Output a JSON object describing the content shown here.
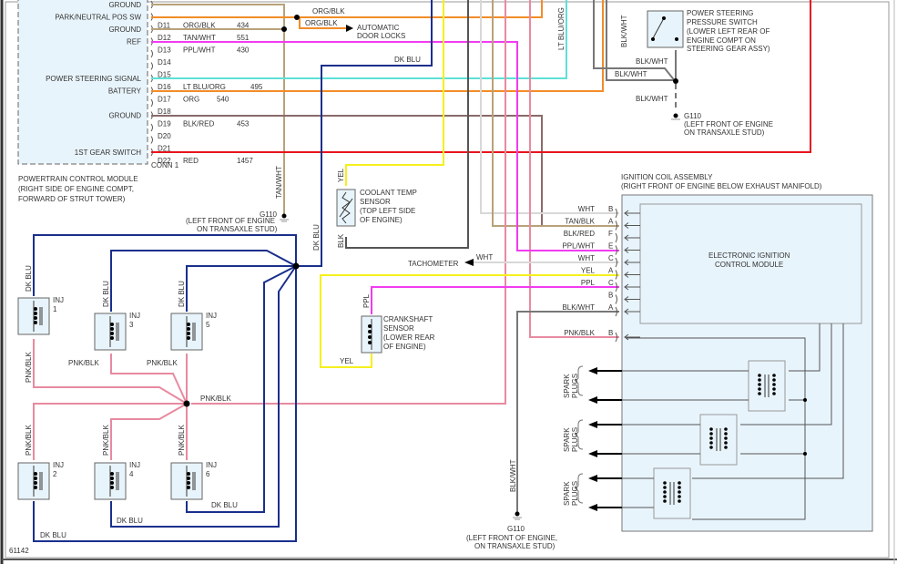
{
  "figure_id": "61142",
  "pcm": {
    "title_lines": [
      "POWERTRAIN CONTROL MODULE",
      "(RIGHT SIDE OF ENGINE COMPT,",
      "FORWARD OF STRUT TOWER)"
    ],
    "connector": "CONN 1",
    "pins": [
      {
        "function": "GROUND",
        "pin": "",
        "wire": "",
        "circuit": ""
      },
      {
        "function": "PARK/NEUTRAL POS SW",
        "pin": "D11",
        "wire": "ORG/BLK",
        "circuit": "434"
      },
      {
        "function": "GROUND",
        "pin": "D12",
        "wire": "TAN/WHT",
        "circuit": "551"
      },
      {
        "function": "REF",
        "pin": "D13",
        "wire": "PPL/WHT",
        "circuit": "430"
      },
      {
        "function": "",
        "pin": "D14",
        "wire": "",
        "circuit": ""
      },
      {
        "function": "",
        "pin": "D15",
        "wire": "",
        "circuit": ""
      },
      {
        "function": "POWER STEERING SIGNAL",
        "pin": "D16",
        "wire": "LT BLU/ORG",
        "circuit": "495"
      },
      {
        "function": "BATTERY",
        "pin": "D17",
        "wire": "ORG",
        "circuit": "540"
      },
      {
        "function": "",
        "pin": "D18",
        "wire": "",
        "circuit": ""
      },
      {
        "function": "GROUND",
        "pin": "D19",
        "wire": "BLK/RED",
        "circuit": "453"
      },
      {
        "function": "",
        "pin": "D20",
        "wire": "",
        "circuit": ""
      },
      {
        "function": "",
        "pin": "D21",
        "wire": "",
        "circuit": ""
      },
      {
        "function": "1ST GEAR SWITCH",
        "pin": "D22",
        "wire": "RED",
        "circuit": "1457"
      }
    ]
  },
  "labels": {
    "org_blk": "ORG/BLK",
    "auto_door_locks": [
      "AUTOMATIC",
      "DOOR LOCKS"
    ],
    "dk_blu": "DK BLU",
    "lt_blu_org": "LT BLU/ORG",
    "tan_wht": "TAN/WHT",
    "blk_wht": "BLK/WHT",
    "pnk_blk": "PNK/BLK",
    "yel": "YEL",
    "blk": "BLK",
    "ppl": "PPL",
    "wht": "WHT",
    "tachometer": "TACHOMETER",
    "spark_plugs": [
      "SPARK",
      "PLUGS"
    ]
  },
  "grounds": {
    "g110_name": "G110",
    "g110_desc_a": [
      "(LEFT FRONT OF ENGINE",
      "ON TRANSAXLE STUD)"
    ],
    "g110_desc_b": [
      "(LEFT FRONT OF ENGINE,",
      "ON TRANSAXLE STUD)"
    ]
  },
  "ps_switch": {
    "lines": [
      "POWER STEERING",
      "PRESSURE SWITCH",
      "(LOWER LEFT REAR OF",
      "ENGINE COMPT ON",
      "STEERING GEAR ASSY)"
    ]
  },
  "coolant_sensor": {
    "lines": [
      "COOLANT TEMP",
      "SENSOR",
      "(TOP LEFT SIDE",
      "OF ENGINE)"
    ]
  },
  "crank_sensor": {
    "lines": [
      "CRANKSHAFT",
      "SENSOR",
      "(LOWER REAR",
      "OF ENGINE)"
    ]
  },
  "injectors": [
    {
      "label": "INJ",
      "num": "1"
    },
    {
      "label": "INJ",
      "num": "2"
    },
    {
      "label": "INJ",
      "num": "3"
    },
    {
      "label": "INJ",
      "num": "4"
    },
    {
      "label": "INJ",
      "num": "5"
    },
    {
      "label": "INJ",
      "num": "6"
    }
  ],
  "ignition": {
    "title_lines": [
      "IGNITION COIL ASSEMBLY",
      "(RIGHT FRONT OF ENGINE BELOW EXHAUST MANIFOLD)"
    ],
    "module_lines": [
      "ELECTRONIC IGNITION",
      "CONTROL MODULE"
    ],
    "terminals": [
      {
        "wire": "WHT",
        "pin": "B"
      },
      {
        "wire": "TAN/BLK",
        "pin": "A"
      },
      {
        "wire": "BLK/RED",
        "pin": "F"
      },
      {
        "wire": "PPL/WHT",
        "pin": "E"
      },
      {
        "wire": "WHT",
        "pin": "C"
      },
      {
        "wire": "YEL",
        "pin": "A"
      },
      {
        "wire": "PPL",
        "pin": "C"
      },
      {
        "wire": "",
        "pin": "B"
      },
      {
        "wire": "BLK/WHT",
        "pin": "A"
      },
      {
        "wire": "PNK/BLK",
        "pin": "B"
      }
    ]
  },
  "colors": {
    "org": "#f28c28",
    "tan": "#b8a27a",
    "ppl_wht": "#f03cf0",
    "lt_blu_org": "#5ee0d8",
    "red": "#e8141e",
    "blk_red": "#8a6a6a",
    "dk_blu": "#1a2f8c",
    "yel": "#f5f01e",
    "pnk": "#e88aa0",
    "wht": "#d8d8d8",
    "blk": "#555555",
    "blk_wht": "#777777",
    "ppl": "#f03cf0",
    "component_fill": "#e8f4fb"
  }
}
